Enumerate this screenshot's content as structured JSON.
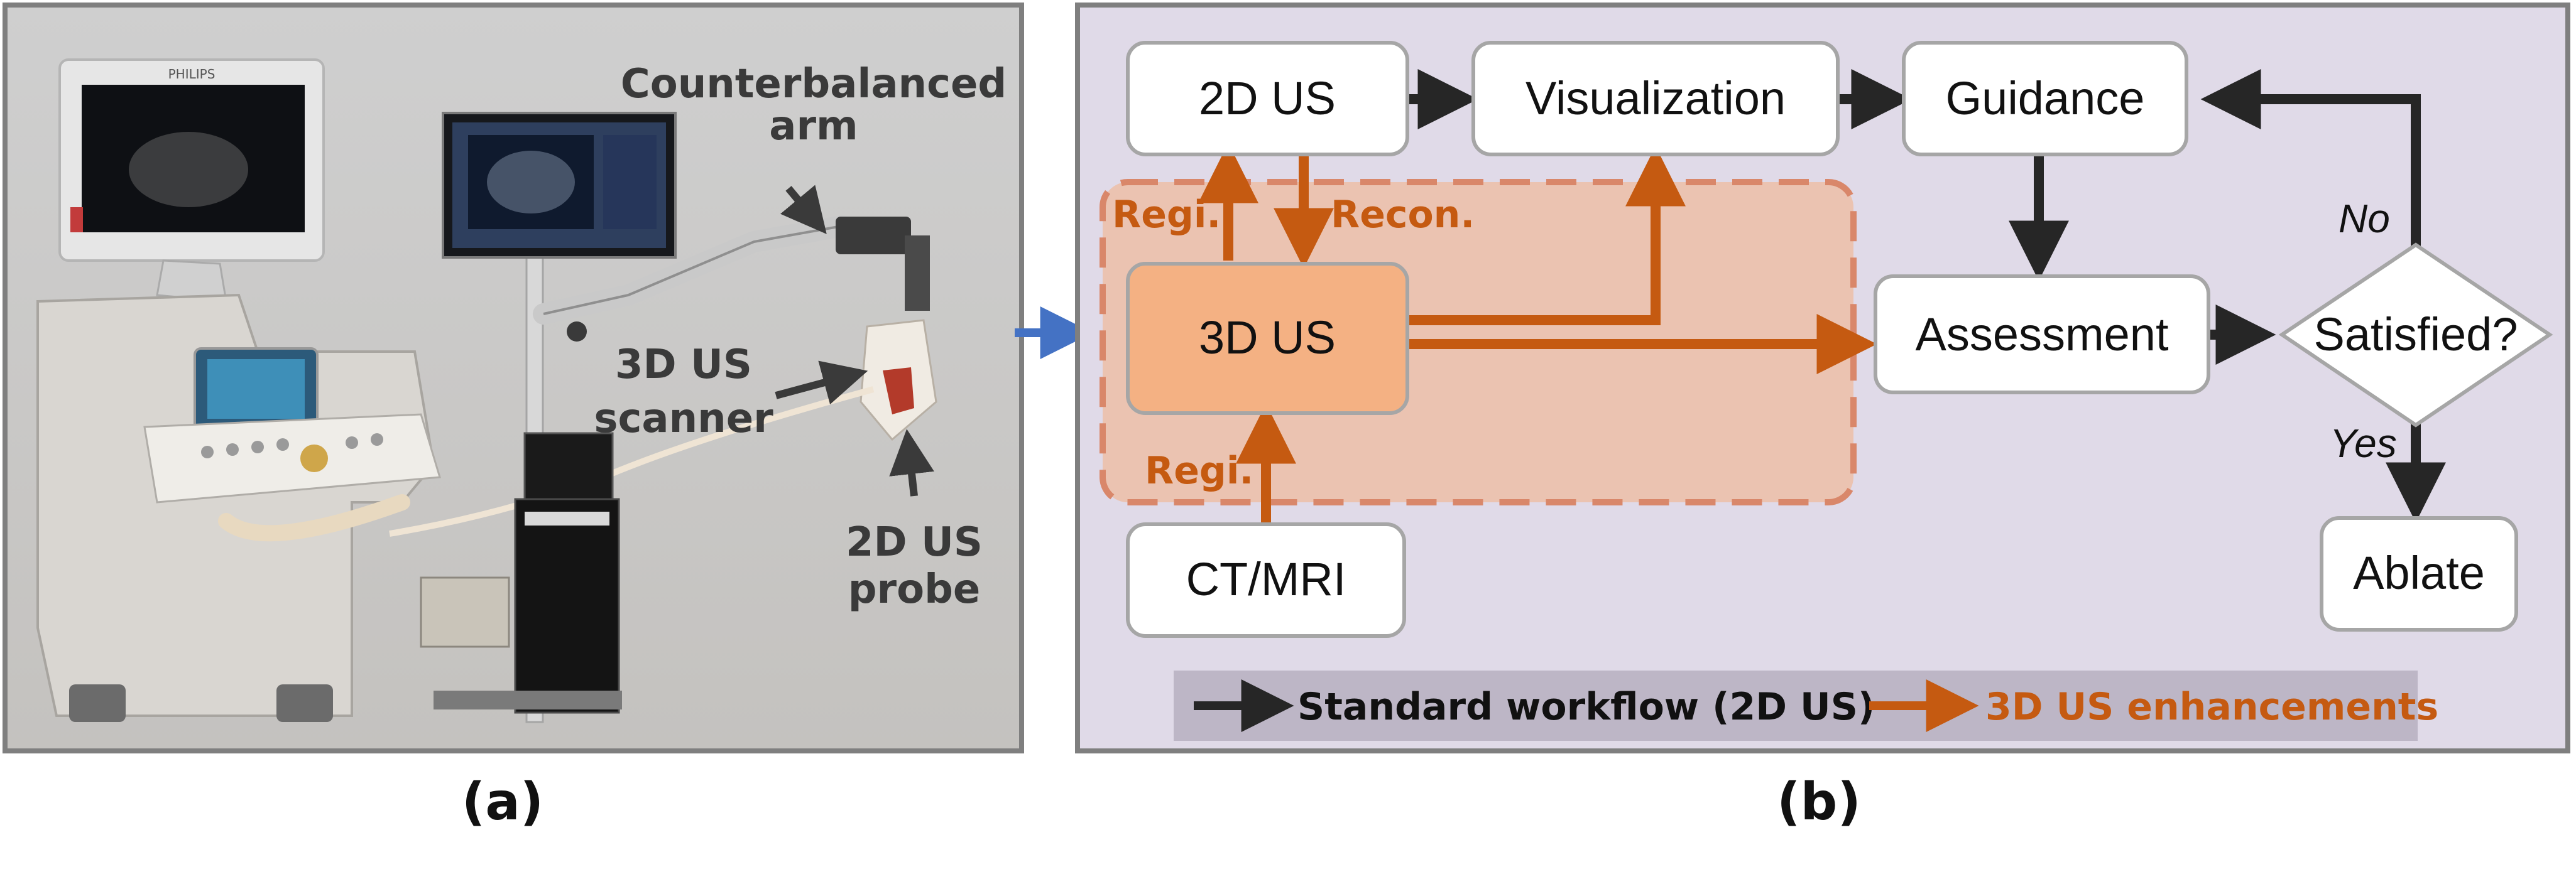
{
  "panel_a": {
    "caption": "(a)",
    "callouts": {
      "arm_line1": "Counterbalanced",
      "arm_line2": "arm",
      "scanner_line1": "3D US",
      "scanner_line2": "scanner",
      "probe_line1": "2D US",
      "probe_line2": "probe"
    },
    "monitor_brand": "PHILIPS"
  },
  "panel_b": {
    "caption": "(b)",
    "nodes": {
      "us2d": "2D US",
      "visualization": "Visualization",
      "guidance": "Guidance",
      "us3d": "3D US",
      "assessment": "Assessment",
      "satisfied": "Satisfied?",
      "ctmri": "CT/MRI",
      "ablate": "Ablate"
    },
    "edge_labels": {
      "regi_top": "Regi.",
      "recon": "Recon.",
      "regi_bottom": "Regi.",
      "no": "No",
      "yes": "Yes"
    },
    "legend": {
      "standard": "Standard workflow (2D US)",
      "enhanced": "3D US enhancements"
    }
  },
  "colors": {
    "orange": "#C55A11",
    "orange_fill": "#F4B183",
    "panel_b_bg": "#E0DAE8",
    "panel_a_bg": "#DCDCDC",
    "black_arrow": "#262626",
    "connector_blue": "#4472C4"
  }
}
